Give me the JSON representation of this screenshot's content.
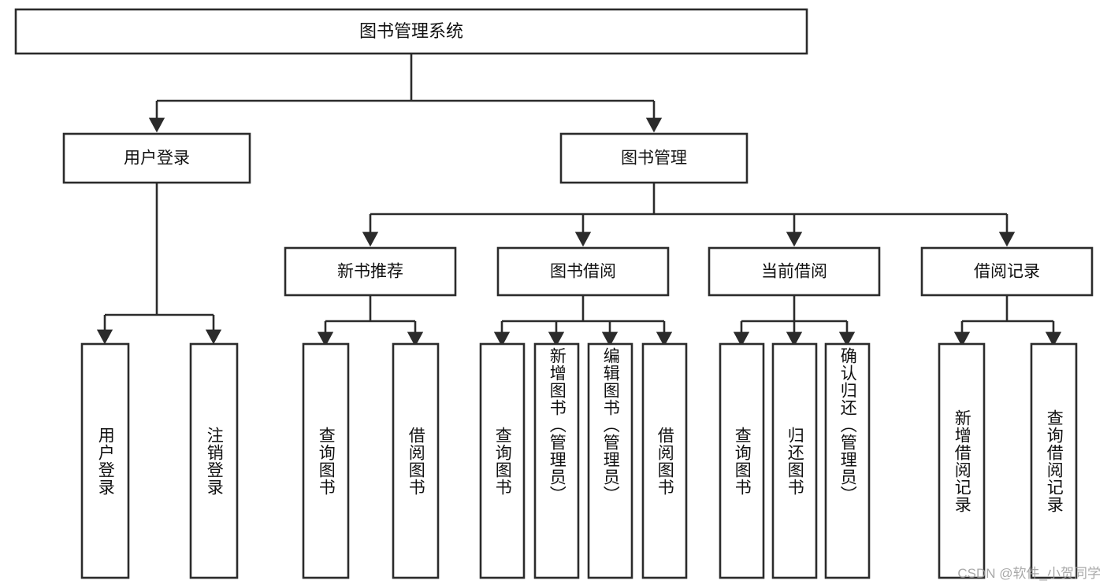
{
  "diagram": {
    "type": "tree-hierarchy-chart",
    "title": "图书管理系统",
    "watermark": "CSDN @软件_小贺同学",
    "colors": {
      "stroke": "#2b2b2b",
      "box_fill": "#ffffff",
      "text": "#111111",
      "background": "#ffffff",
      "watermark": "#9a9a9a"
    },
    "levels": {
      "level1": [
        {
          "id": "root",
          "label": "图书管理系统",
          "orientation": "horizontal"
        }
      ],
      "level2": [
        {
          "id": "user-login",
          "label": "用户登录",
          "orientation": "horizontal"
        },
        {
          "id": "book-manage",
          "label": "图书管理",
          "orientation": "horizontal"
        }
      ],
      "level3": [
        {
          "id": "new-book-recommend",
          "label": "新书推荐",
          "orientation": "horizontal"
        },
        {
          "id": "book-borrow",
          "label": "图书借阅",
          "orientation": "horizontal"
        },
        {
          "id": "current-borrow",
          "label": "当前借阅",
          "orientation": "horizontal"
        },
        {
          "id": "borrow-record",
          "label": "借阅记录",
          "orientation": "horizontal"
        }
      ],
      "level4": [
        {
          "id": "leaf-user-login",
          "label": "用户登录",
          "parent": "user-login",
          "orientation": "vertical"
        },
        {
          "id": "leaf-logout-login",
          "label": "注销登录",
          "parent": "user-login",
          "orientation": "vertical"
        },
        {
          "id": "leaf-query-book-1",
          "label": "查询图书",
          "parent": "new-book-recommend",
          "orientation": "vertical"
        },
        {
          "id": "leaf-borrow-book-1",
          "label": "借阅图书",
          "parent": "new-book-recommend",
          "orientation": "vertical"
        },
        {
          "id": "leaf-query-book-2",
          "label": "查询图书",
          "parent": "book-borrow",
          "orientation": "vertical"
        },
        {
          "id": "leaf-add-book",
          "label": "新增图书（管理员）",
          "parent": "book-borrow",
          "orientation": "vertical"
        },
        {
          "id": "leaf-edit-book",
          "label": "编辑图书（管理员）",
          "parent": "book-borrow",
          "orientation": "vertical"
        },
        {
          "id": "leaf-borrow-book-2",
          "label": "借阅图书",
          "parent": "book-borrow",
          "orientation": "vertical"
        },
        {
          "id": "leaf-query-book-3",
          "label": "查询图书",
          "parent": "current-borrow",
          "orientation": "vertical"
        },
        {
          "id": "leaf-return-book",
          "label": "归还图书",
          "parent": "current-borrow",
          "orientation": "vertical"
        },
        {
          "id": "leaf-confirm-return",
          "label": "确认归还（管理员）",
          "parent": "current-borrow",
          "orientation": "vertical"
        },
        {
          "id": "leaf-add-record",
          "label": "新增借阅记录",
          "parent": "borrow-record",
          "orientation": "vertical"
        },
        {
          "id": "leaf-query-record",
          "label": "查询借阅记录",
          "parent": "borrow-record",
          "orientation": "vertical"
        }
      ]
    }
  }
}
